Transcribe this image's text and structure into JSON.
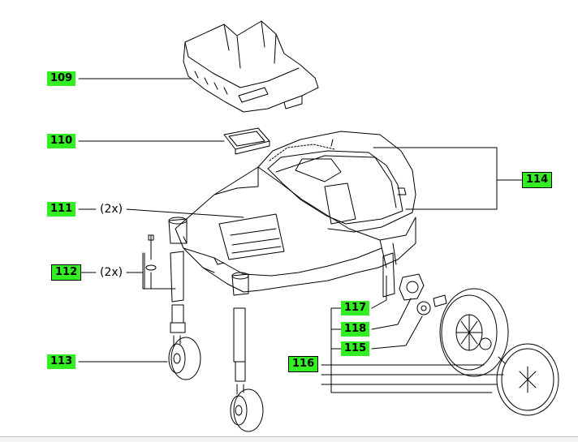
{
  "labels": {
    "p109": "109",
    "p110": "110",
    "p111": "111",
    "p112": "112",
    "p113": "113",
    "p114": "114",
    "p115": "115",
    "p116": "116",
    "p117": "117",
    "p118": "118"
  },
  "quantities": {
    "q111": "(2x)",
    "q112": "(2x)"
  },
  "colors": {
    "label_fill": "#33ee22",
    "line": "#000000"
  }
}
